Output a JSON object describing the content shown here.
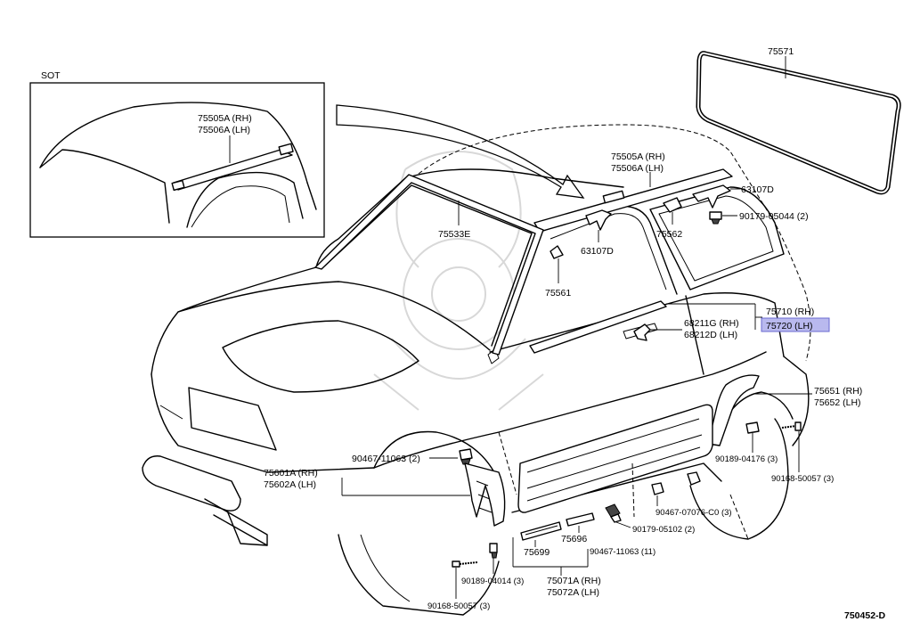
{
  "inset": {
    "title": "SOT",
    "label_rh": "75505A (RH)",
    "label_lh": "75506A (LH)"
  },
  "parts": {
    "p75571": "75571",
    "p75505a_rh": "75505A (RH)",
    "p75506a_lh": "75506A (LH)",
    "p63107d_a": "63107D",
    "p90179_05044": "90179-05044 (2)",
    "p75533e": "75533E",
    "p75562": "75562",
    "p63107d_b": "63107D",
    "p75561": "75561",
    "p75710_rh": "75710 (RH)",
    "p75720_lh": "75720 (LH)",
    "p68211g_rh": "68211G (RH)",
    "p68212d_lh": "68212D (LH)",
    "p75651_rh": "75651 (RH)",
    "p75652_lh": "75652 (LH)",
    "p90467_11063_2": "90467-11063 (2)",
    "p75601a_rh": "75601A (RH)",
    "p75602a_lh": "75602A (LH)",
    "p90189_04176": "90189-04176 (3)",
    "p90168_50057_a": "90168-50057 (3)",
    "p90467_07076": "90467-07076-C0 (3)",
    "p90179_05102": "90179-05102 (2)",
    "p75696": "75696",
    "p75699": "75699",
    "p90467_11063_11": "90467-11063 (11)",
    "p90189_04014": "90189-04014 (3)",
    "p75071a_rh": "75071A (RH)",
    "p75072a_lh": "75072A (LH)",
    "p90168_50057_b": "90168-50057 (3)"
  },
  "diagram_code": "750452-D",
  "highlight_color": "#b9b9ee"
}
